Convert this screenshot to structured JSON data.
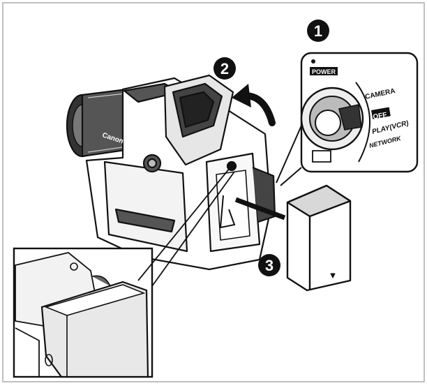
{
  "steps": [
    "1",
    "2",
    "3"
  ],
  "mode_dial": {
    "power_label": "POWER",
    "camera_label": "CAMERA",
    "off_label": "OFF",
    "play_label": "PLAY(VCR)",
    "network_label": "NETWORK"
  },
  "camera": {
    "brand": "Canon"
  },
  "colors": {
    "line": "#111111",
    "background": "#ffffff",
    "frame": "#bfbfbf"
  }
}
